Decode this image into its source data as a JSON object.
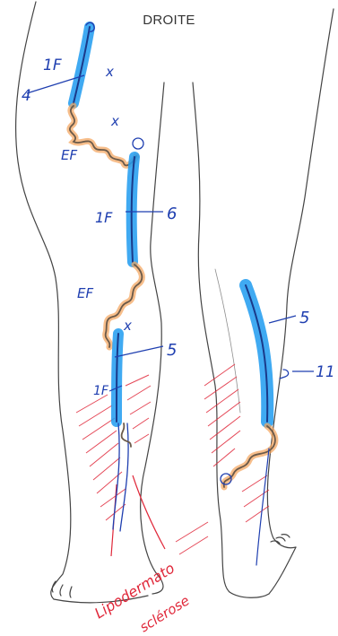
{
  "title": "DROITE",
  "colors": {
    "outline": "#444444",
    "vein_blue": "#1e9bf0",
    "vein_dark": "#1a3a8a",
    "pen_blue": "#1f3fb0",
    "varicose": "#6b5a4a",
    "orange": "#f3a25a",
    "red": "#e0283a"
  },
  "annotations": {
    "front_leg": {
      "label_1f_top": "1F",
      "label_4": "4",
      "x_marks": [
        "x",
        "x",
        "x"
      ],
      "label_ef_upper": "EF",
      "label_1f_mid": "1F",
      "label_6": "6",
      "label_ef_lower": "EF",
      "label_5": "5",
      "label_1f_low": "1F"
    },
    "back_leg": {
      "label_5": "5",
      "label_11": "11"
    },
    "red_note": {
      "line1": "Lipodermato",
      "line2": "sclérose"
    }
  }
}
